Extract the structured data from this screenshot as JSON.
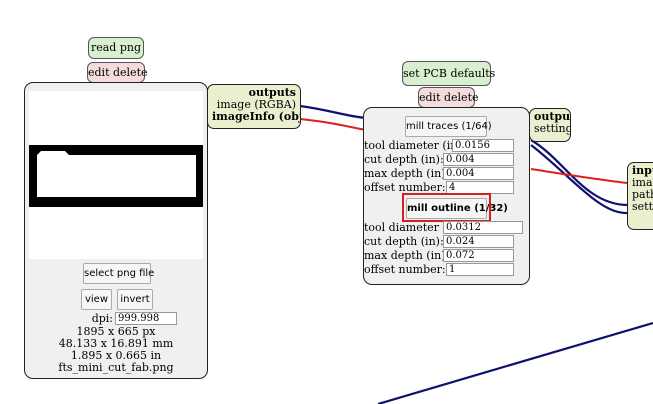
{
  "read_png": {
    "title": "read png",
    "edit_delete": "edit delete",
    "select_file_label": "select png file",
    "view_label": "view",
    "invert_label": "invert",
    "dpi_label": "dpi:",
    "dpi_value": "999.998",
    "px_size": "1895 x 665 px",
    "mm_size": "48.133 x 16.891 mm",
    "in_size": "1.895 x 0.665 in",
    "filename": "fts_mini_cut_fab.png",
    "outputs_label": "outputs",
    "output_image": "image (RGBA)",
    "output_imageinfo": "imageInfo (object)"
  },
  "pcb_defaults": {
    "title": "set PCB defaults",
    "edit_delete": "edit delete",
    "mill_traces_label": "mill traces (1/64)",
    "mill_outline_label": "mill outline (1/32)",
    "traces": [
      {
        "label": "tool diameter (in):",
        "value": "0.0156"
      },
      {
        "label": "cut depth (in):",
        "value": "0.004"
      },
      {
        "label": "max depth (in):",
        "value": "0.004"
      },
      {
        "label": "offset number:",
        "value": "4"
      }
    ],
    "outline": [
      {
        "label": "tool diameter (in):",
        "value": "0.0312"
      },
      {
        "label": "cut depth (in):",
        "value": "0.024"
      },
      {
        "label": "max depth (in):",
        "value": "0.072"
      },
      {
        "label": "offset number:",
        "value": "1"
      }
    ],
    "outputs_label": "outputs",
    "output_settings": "settings"
  },
  "next_module": {
    "inputs_label": "input",
    "input_image": "image",
    "input_path": "path c",
    "input_settings": "settin"
  },
  "colors": {
    "wire_blue": "#101070",
    "wire_red": "#e02020",
    "highlight": "#d42020"
  }
}
